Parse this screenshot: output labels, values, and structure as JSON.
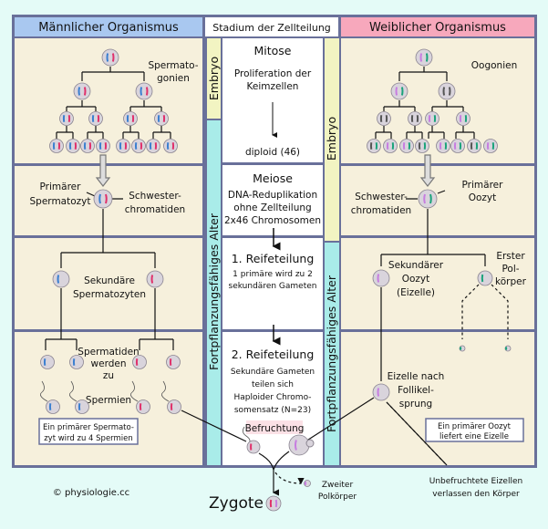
{
  "colors": {
    "background": "#e4fbf7",
    "frame": "#69709a",
    "cell": "#f6f0dc",
    "male_header": "#a9c8f0",
    "female_header": "#f7a8bc",
    "embryo": "#f2f4c2",
    "fertile": "#a9ece9",
    "male_chromosome_a": "#3a7fd0",
    "male_chromosome_b": "#e0306a",
    "female_chromosome_a": "#c77de0",
    "female_chromosome_b": "#1aa37a"
  },
  "headers": {
    "male": "Männlicher Organismus",
    "stage": "Stadium der Zellteilung",
    "female": "Weiblicher Organismus"
  },
  "strips": {
    "embryo": "Embryo",
    "fertile": "Fortpflanzungsfähiges Alter"
  },
  "stages": {
    "mitosis": {
      "title": "Mitose",
      "line1": "Proliferation der",
      "line2": "Keimzellen",
      "result": "diploid (46)"
    },
    "meiosis": {
      "title": "Meiose",
      "line1": "DNA-Reduplikation",
      "line2": "ohne Zellteilung",
      "line3": "2x46 Chromosomen"
    },
    "first": {
      "title": "1. Reifeteilung",
      "line1": "1 primäre wird zu 2",
      "line2": "sekundären Gameten"
    },
    "second": {
      "title": "2. Reifeteilung",
      "line1": "Sekundäre Gameten",
      "line2": "teilen sich",
      "line3": "Haploider Chromo-",
      "line4": "somensatz (N=23)"
    },
    "fertilization": "Befruchtung"
  },
  "male": {
    "spermatogonia": [
      "Spermato-",
      "gonien"
    ],
    "primary": [
      "Primärer",
      "Spermatozyt"
    ],
    "sister": [
      "Schwester-",
      "chromatiden"
    ],
    "secondary": [
      "Sekundäre",
      "Spermatozyten"
    ],
    "spermatids": [
      "Spermatiden",
      "werden",
      "zu",
      "Spermien"
    ],
    "note": [
      "Ein primärer Spermato-",
      "zyt wird zu 4 Spermien"
    ]
  },
  "female": {
    "oogonia": "Oogonien",
    "primary": [
      "Primärer",
      "Oozyt"
    ],
    "sister": [
      "Schwester-",
      "chromatiden"
    ],
    "secondary": [
      "Sekundärer",
      "Oozyt",
      "(Eizelle)"
    ],
    "polar1": [
      "Erster",
      "Pol-",
      "körper"
    ],
    "egg": [
      "Eizelle nach",
      "Follikel-",
      "sprung"
    ],
    "note": [
      "Ein primärer Oozyt",
      "liefert eine Eizelle"
    ],
    "unfertilized": [
      "Unbefruchtete Eizellen",
      "verlassen den Körper"
    ]
  },
  "bottom": {
    "zygote": "Zygote",
    "polar2": [
      "Zweiter",
      "Polkörper"
    ],
    "copyright": "© physiologie.cc"
  }
}
